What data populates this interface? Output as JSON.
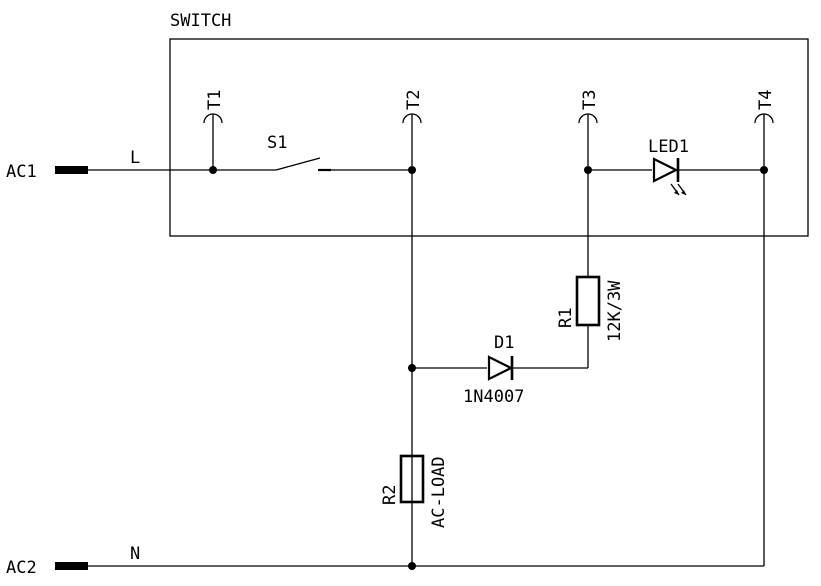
{
  "enclosure": {
    "label": "SWITCH"
  },
  "terminals": {
    "t1": "T1",
    "t2": "T2",
    "t3": "T3",
    "t4": "T4"
  },
  "inputs": {
    "ac1": "AC1",
    "ac2": "AC2",
    "line": "L",
    "neutral": "N"
  },
  "switch": {
    "ref": "S1"
  },
  "led": {
    "ref": "LED1"
  },
  "r1": {
    "ref": "R1",
    "value": "12K/3W"
  },
  "d1": {
    "ref": "D1",
    "value": "1N4007"
  },
  "r2": {
    "ref": "R2",
    "value": "AC-LOAD"
  }
}
